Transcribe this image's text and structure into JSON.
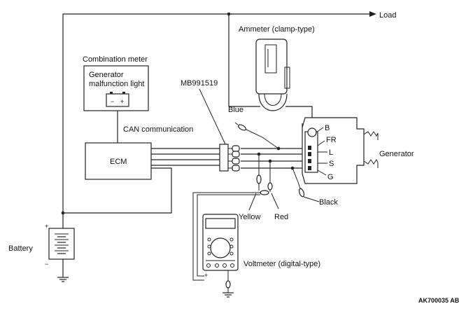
{
  "labels": {
    "load": "Load",
    "ammeter": "Ammeter (clamp-type)",
    "combination_meter": "Combination meter",
    "generator_malfunction_light_1": "Generator",
    "generator_malfunction_light_2": "malfunction light",
    "mb_part": "MB991519",
    "blue": "Blue",
    "can": "CAN communication",
    "ecm": "ECM",
    "generator": "Generator",
    "terminal_b": "B",
    "terminal_fr": "FR",
    "terminal_l": "L",
    "terminal_s": "S",
    "terminal_g": "G",
    "black": "Black",
    "yellow": "Yellow",
    "red": "Red",
    "battery": "Battery",
    "voltmeter": "Voltmeter (digital-type)",
    "plus_sign": "+",
    "minus_sign": "−",
    "figure_code": "AK700035 AB"
  }
}
